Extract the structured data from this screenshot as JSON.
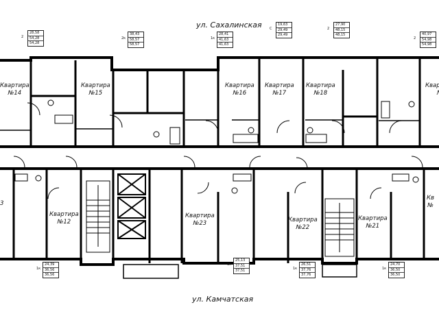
{
  "streets": {
    "top": "ул. Сахалинская",
    "bottom": "ул. Камчатская"
  },
  "apartments": [
    {
      "id": "14",
      "line1": "Квартира",
      "line2": "№14"
    },
    {
      "id": "15",
      "line1": "Квартира",
      "line2": "№15"
    },
    {
      "id": "16",
      "line1": "Квартира",
      "line2": "№16"
    },
    {
      "id": "17",
      "line1": "Квартира",
      "line2": "№17"
    },
    {
      "id": "18",
      "line1": "Квартира",
      "line2": "№18"
    },
    {
      "id": "19",
      "line1": "Квартира",
      "line2": "№"
    },
    {
      "id": "13",
      "line1": "",
      "line2": "3"
    },
    {
      "id": "12",
      "line1": "Квартира",
      "line2": "№12"
    },
    {
      "id": "23",
      "line1": "Квартира",
      "line2": "№23"
    },
    {
      "id": "22",
      "line1": "Квартира",
      "line2": "№22"
    },
    {
      "id": "21",
      "line1": "Квартира",
      "line2": "№21"
    },
    {
      "id": "20",
      "line1": "Кв",
      "line2": "№"
    }
  ],
  "area_tables": [
    {
      "key": "2",
      "rows": [
        "28,58",
        "54,28",
        "54,28"
      ]
    },
    {
      "key": "2к",
      "rows": [
        "38,43",
        "58,57",
        "58,57"
      ]
    },
    {
      "key": "1к",
      "rows": [
        "28,41",
        "41,63",
        "41,63"
      ]
    },
    {
      "key": "С",
      "rows": [
        "19,63",
        "29,49",
        "29,49"
      ]
    },
    {
      "key": "2",
      "rows": [
        "27,90",
        "48,15",
        "48,15"
      ]
    },
    {
      "key": "2",
      "rows": [
        "40,97",
        "54,98",
        "54,98"
      ]
    },
    {
      "key": "1к",
      "rows": [
        "24,39",
        "36,56",
        "36,56"
      ]
    },
    {
      "key": "1к",
      "rows": [
        "25,13",
        "37,51",
        "37,51"
      ]
    },
    {
      "key": "1к",
      "rows": [
        "26,51",
        "37,76",
        "37,76"
      ]
    },
    {
      "key": "1к",
      "rows": [
        "24,70",
        "36,50",
        "36,50"
      ]
    }
  ]
}
